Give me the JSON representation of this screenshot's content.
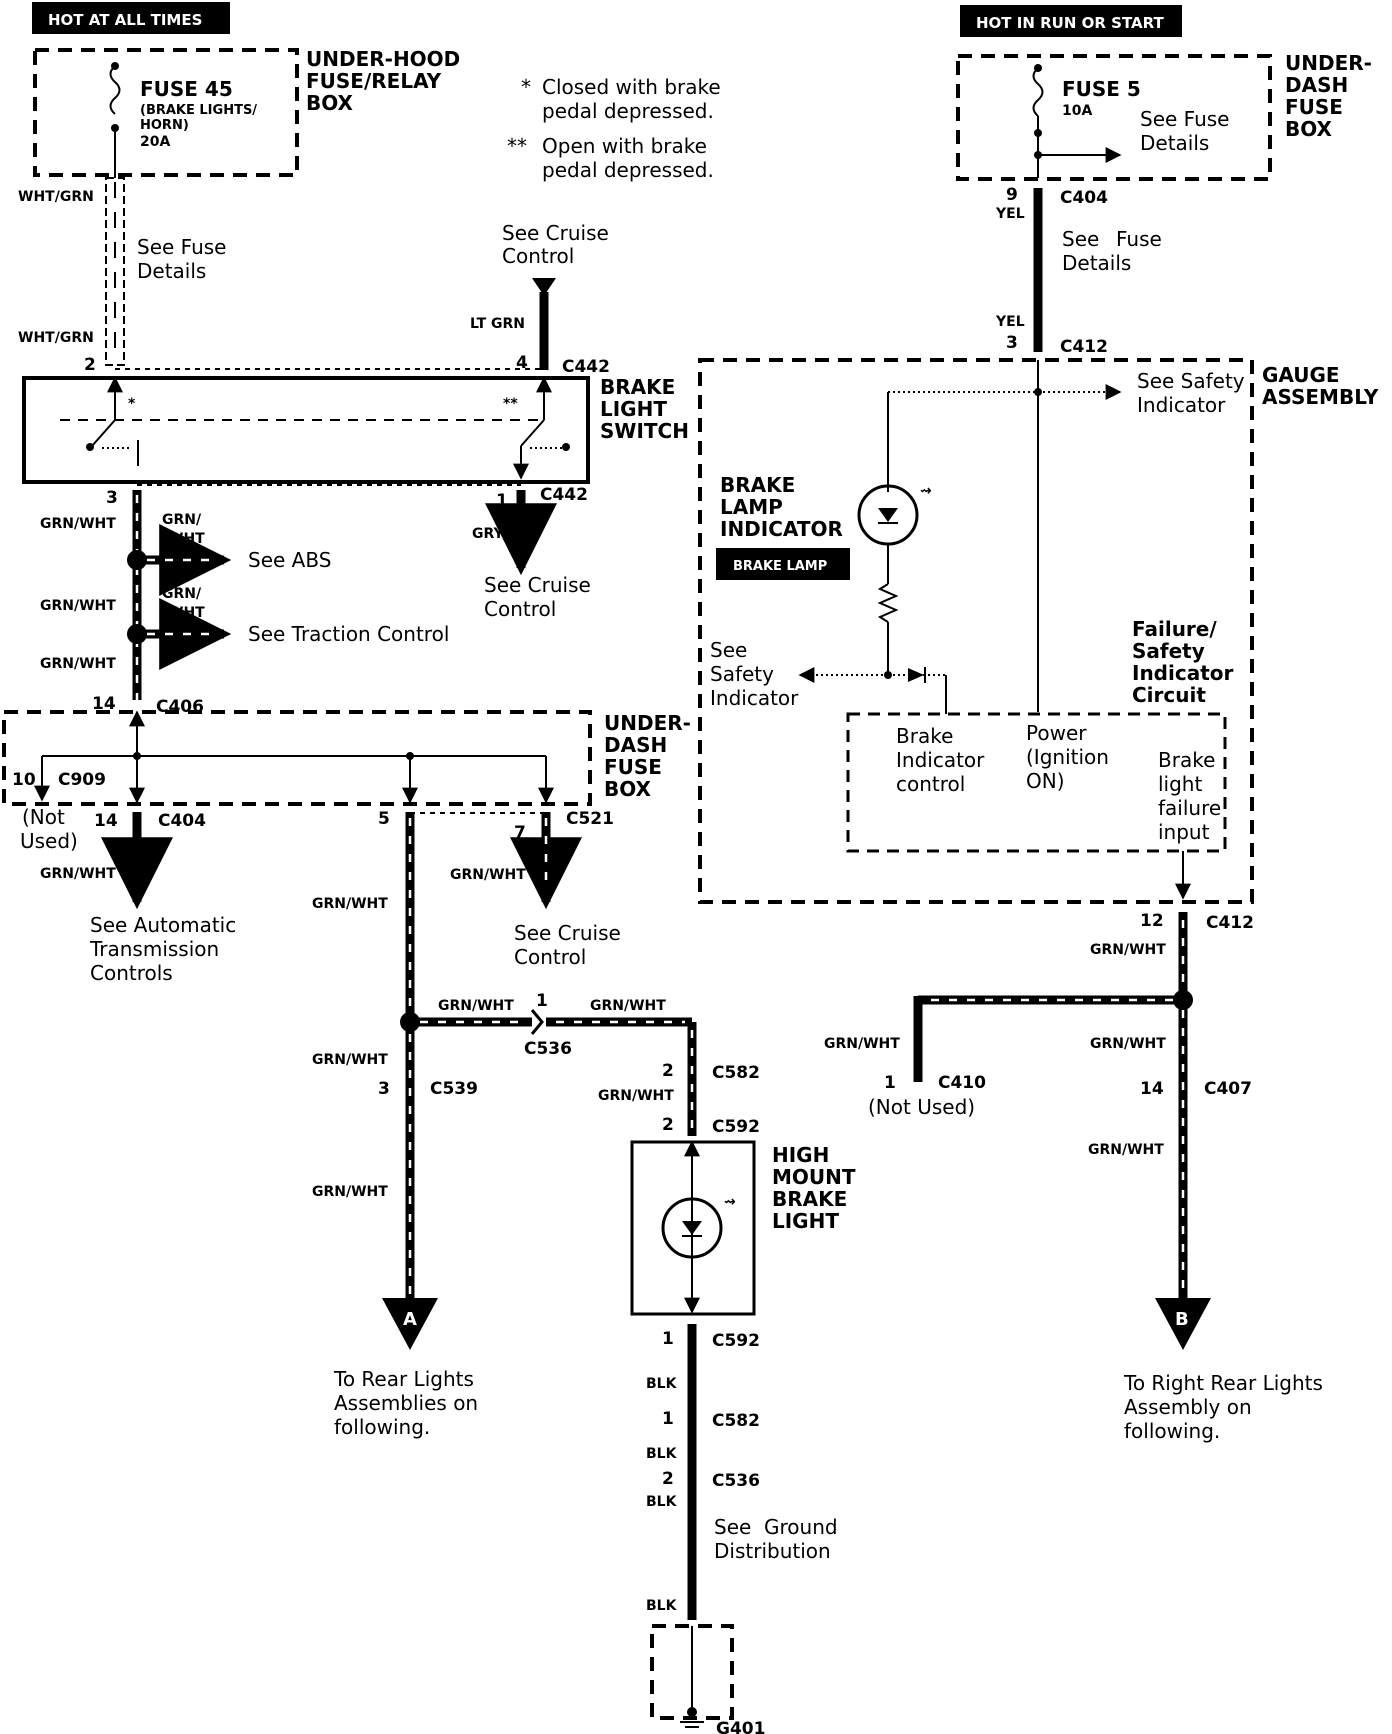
{
  "banners": {
    "hot_at_all_times": "HOT AT ALL TIMES",
    "hot_in_run": "HOT IN RUN OR START"
  },
  "under_hood_box": {
    "label_1": "UNDER-HOOD",
    "label_2": "FUSE/RELAY",
    "label_3": "BOX",
    "fuse_name": "FUSE 45",
    "fuse_desc_1": "(BRAKE LIGHTS/",
    "fuse_desc_2": "HORN)",
    "fuse_amp": "20A"
  },
  "notes": {
    "star1_mark": "*",
    "star1_line1": "Closed with brake",
    "star1_line2": "pedal depressed.",
    "star2_mark": "**",
    "star2_line1": "Open with brake",
    "star2_line2": "pedal depressed."
  },
  "under_dash_top": {
    "label_1": "UNDER-",
    "label_2": "DASH",
    "label_3": "FUSE",
    "label_4": "BOX",
    "fuse_name": "FUSE 5",
    "fuse_amp": "10A",
    "see_1": "See Fuse",
    "see_2": "Details"
  },
  "left_wire": {
    "color_1": "WHT/GRN",
    "color_2": "WHT/GRN",
    "see_1": "See Fuse",
    "see_2": "Details"
  },
  "cruise_top": {
    "see_1": "See Cruise",
    "see_2": "Control",
    "color": "LT GRN"
  },
  "brake_switch": {
    "label_1": "BRAKE",
    "label_2": "LIGHT",
    "label_3": "SWITCH",
    "star": "*",
    "star2": "**",
    "pin2": "2",
    "pin4": "4",
    "conn_top": "C442",
    "pin3": "3",
    "pin1": "1",
    "conn_bottom": "C442"
  },
  "right_power": {
    "pin9": "9",
    "c404": "C404",
    "yel_1": "YEL",
    "see_1": "See",
    "see_2": "Fuse",
    "see_3": "Details",
    "yel_2": "YEL",
    "pin3": "3",
    "c412": "C412"
  },
  "gauge": {
    "label_1": "GAUGE",
    "label_2": "ASSEMBLY",
    "see_safety_1": "See Safety",
    "see_safety_2": "Indicator",
    "bli_1": "BRAKE",
    "bli_2": "LAMP",
    "bli_3": "INDICATOR",
    "bli_tag": "BRAKE LAMP",
    "see_left_1": "See",
    "see_left_2": "Safety",
    "see_left_3": "Indicator",
    "fsic_1": "Failure/",
    "fsic_2": "Safety",
    "fsic_3": "Indicator",
    "fsic_4": "Circuit",
    "bic_1": "Brake",
    "bic_2": "Indicator",
    "bic_3": "control",
    "pwr_1": "Power",
    "pwr_2": "(Ignition",
    "pwr_3": "ON)",
    "blf_1": "Brake",
    "blf_2": "light",
    "blf_3": "failure",
    "blf_4": "input"
  },
  "left_branch": {
    "grn_wht_1": "GRN/WHT",
    "grn_wht_2a": "GRN/",
    "grn_wht_2b": "WHT",
    "see_abs": "See ABS",
    "grn_wht_3": "GRN/WHT",
    "grn_wht_4a": "GRN/",
    "grn_wht_4b": "WHT",
    "see_tc": "See Traction Control",
    "grn_wht_5": "GRN/WHT",
    "pin14": "14",
    "c406": "C406"
  },
  "cruise_mid": {
    "color": "GRY",
    "see_1": "See Cruise",
    "see_2": "Control"
  },
  "under_dash_mid": {
    "label_1": "UNDER-",
    "label_2": "DASH",
    "label_3": "FUSE",
    "label_4": "BOX",
    "pin10": "10",
    "c909": "C909",
    "not_used_1": "(Not",
    "not_used_2": "Used)",
    "pin14": "14",
    "c404": "C404",
    "pin5": "5",
    "pin7": "7",
    "c521": "C521"
  },
  "at_branch": {
    "color": "GRN/WHT",
    "see_1": "See Automatic",
    "see_2": "Transmission",
    "see_3": "Controls"
  },
  "cruise_bottom": {
    "color": "GRN/WHT",
    "see_1": "See Cruise",
    "see_2": "Control"
  },
  "center": {
    "grn_wht_1": "GRN/WHT",
    "grn_wht_2": "GRN/WHT",
    "pin1": "1",
    "grn_wht_3": "GRN/WHT",
    "c536": "C536",
    "grn_wht_4": "GRN/WHT",
    "pin3": "3",
    "c539": "C539",
    "grn_wht_5": "GRN/WHT",
    "arrow_a": "A",
    "rear_1": "To Rear Lights",
    "rear_2": "Assemblies on",
    "rear_3": "following."
  },
  "hmsl": {
    "pin2a": "2",
    "c582a": "C582",
    "grn_wht": "GRN/WHT",
    "pin2b": "2",
    "c592a": "C592",
    "label_1": "HIGH",
    "label_2": "MOUNT",
    "label_3": "BRAKE",
    "label_4": "LIGHT",
    "pin1a": "1",
    "c592b": "C592",
    "blk_1": "BLK",
    "pin1b": "1",
    "c582b": "C582",
    "blk_2": "BLK",
    "pin2c": "2",
    "c536": "C536",
    "blk_3": "BLK",
    "see_1": "See",
    "see_2": "Ground",
    "see_3": "Distribution",
    "blk_4": "BLK",
    "g401": "G401"
  },
  "right_bottom": {
    "pin12": "12",
    "c412": "C412",
    "grn_wht_1": "GRN/WHT",
    "grn_wht_2": "GRN/WHT",
    "pin1": "1",
    "c410": "C410",
    "not_used": "(Not Used)",
    "grn_wht_3": "GRN/WHT",
    "pin14": "14",
    "c407": "C407",
    "grn_wht_4": "GRN/WHT",
    "arrow_b": "B",
    "rr_1": "To Right Rear Lights",
    "rr_2": "Assembly on",
    "rr_3": "following."
  }
}
